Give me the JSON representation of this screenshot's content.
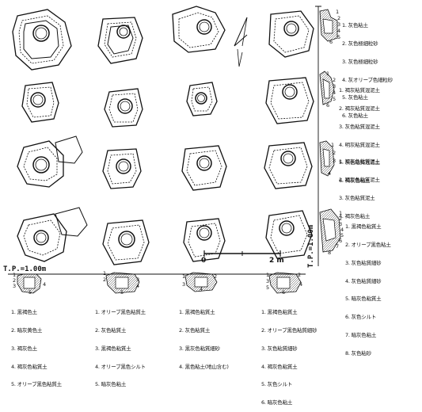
{
  "scale": {
    "start": "0",
    "end": "2 m"
  },
  "tp_bottom": "T.P.=1.00m",
  "tp_right": "T.P.=1.00m",
  "legends_right": [
    [
      "1. 灰色粘土",
      "2. 灰色極細粒砂",
      "3. 灰色極細粒砂",
      "4. 灰オリーブ色細粒砂",
      "5. 灰色粘土",
      "6. 灰色粘土"
    ],
    [
      "1. 褐灰粘質混泥土",
      "2. 褐灰粘質混泥土",
      "3. 灰色粘質混泥土",
      "4. 明灰粘質混泥土",
      "5. 灰色粘質混泥土",
      "6. 褐灰色粘土"
    ],
    [
      "1. 褐灰色粘質泥土",
      "2. 褐灰色粘質泥土",
      "3. 灰色粘質泥土",
      "4. 褐灰色粘土"
    ],
    [
      "1. 黒褐色粘質土",
      "2. オリーブ黒色粘土",
      "3. 灰色粘質細砂",
      "4. 灰色粘質細砂",
      "5. 暗灰色粘質土",
      "6. 灰色シルト",
      "7. 暗灰色粘土",
      "8. 灰色粘砂"
    ]
  ],
  "legends_bottom": [
    [
      "1. 黒褐色土",
      "2. 暗灰黄色土",
      "3. 褐灰色土",
      "4. 褐灰色粘質土",
      "5. オリーブ黒色粘質土"
    ],
    [
      "1. オリーブ黒色粘質土",
      "2. 灰色粘質土",
      "3. 黒褐色粘質土",
      "4. オリーブ黒色シルト",
      "5. 暗灰色粘土"
    ],
    [
      "1. 黒褐色粘質土",
      "2. 灰色粘質土",
      "3. 黒灰色粘質細砂",
      "4. 黒色粘土(地山含む)"
    ],
    [
      "1. 黒褐色粘質土",
      "2. オリーブ黒色粘質細砂",
      "3. 灰色粘質細砂",
      "4. 褐灰色粘質土",
      "5. 灰色シルト",
      "6. 暗灰色粘土"
    ]
  ],
  "profile_numbers": {
    "bottom_1": [
      "1",
      "2",
      "3",
      "4",
      "5"
    ],
    "bottom_2": [
      "1",
      "2",
      "3",
      "4",
      "5"
    ],
    "bottom_3": [
      "1",
      "2",
      "3",
      "4"
    ],
    "bottom_4": [
      "1",
      "2",
      "3",
      "4",
      "5",
      "6"
    ],
    "right_1": [
      "1",
      "2",
      "3",
      "4",
      "5",
      "6"
    ],
    "right_2": [
      "1",
      "2",
      "3",
      "4",
      "5",
      "6"
    ],
    "right_3": [
      "1",
      "2",
      "3",
      "4"
    ],
    "right_4": [
      "1",
      "2",
      "3",
      "4",
      "5",
      "6",
      "7",
      "8"
    ]
  }
}
